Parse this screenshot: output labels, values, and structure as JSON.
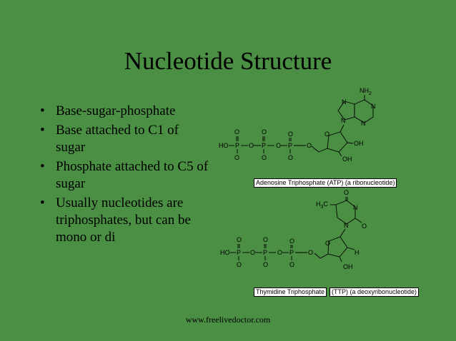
{
  "slide": {
    "title": "Nucleotide Structure",
    "bullets": [
      "Base-sugar-phosphate",
      "Base attached to C1 of sugar",
      "Phosphate attached to C5 of sugar",
      "Usually nucleotides are triphosphates, but can be mono or di"
    ],
    "footer": "www.freelivedoctor.com"
  },
  "atp": {
    "caption": "Adenosine Triphosphate (ATP) (a ribonucleotide)",
    "atoms": {
      "nh2": "NH",
      "nh2_sub": "2",
      "n": "N",
      "o": "O",
      "oh": "OH",
      "ho": "HO",
      "p": "P"
    }
  },
  "ttp": {
    "caption_a": "Thymidine Triphosphate",
    "caption_b": "(TTP) (a deoxyribonucleotide)",
    "atoms": {
      "h3c": "H",
      "h3c_sub": "3",
      "h3c_c": "C",
      "n": "N",
      "o": "O",
      "oh": "OH",
      "ho": "HO",
      "p": "P",
      "h": "H"
    }
  }
}
